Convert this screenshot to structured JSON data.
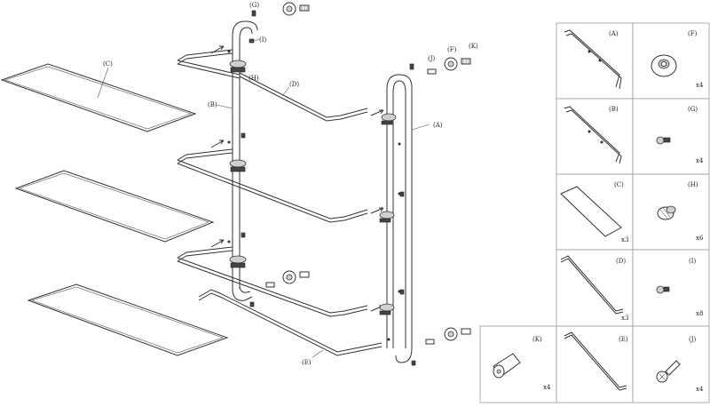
{
  "labels": {
    "A": "(A)",
    "B": "(B)",
    "C": "(C)",
    "D": "(D)",
    "E": "(E)",
    "F": "(F)",
    "G": "(G)",
    "H": "(H)",
    "I": "(I)",
    "J": "(J)",
    "K": "(K)"
  },
  "parts": [
    {
      "id": "A",
      "label": "(A)",
      "qty": ""
    },
    {
      "id": "F",
      "label": "(F)",
      "qty": "x4"
    },
    {
      "id": "B",
      "label": "(B)",
      "qty": ""
    },
    {
      "id": "G",
      "label": "(G)",
      "qty": "x4"
    },
    {
      "id": "C",
      "label": "(C)",
      "qty": "x3"
    },
    {
      "id": "H",
      "label": "(H)",
      "qty": "x6"
    },
    {
      "id": "D",
      "label": "(D)",
      "qty": "x3"
    },
    {
      "id": "I",
      "label": "(I)",
      "qty": "x8"
    },
    {
      "id": "K",
      "label": "(K)",
      "qty": "x4"
    },
    {
      "id": "E",
      "label": "(E)",
      "qty": ""
    },
    {
      "id": "J",
      "label": "(J)",
      "qty": "x4"
    }
  ]
}
